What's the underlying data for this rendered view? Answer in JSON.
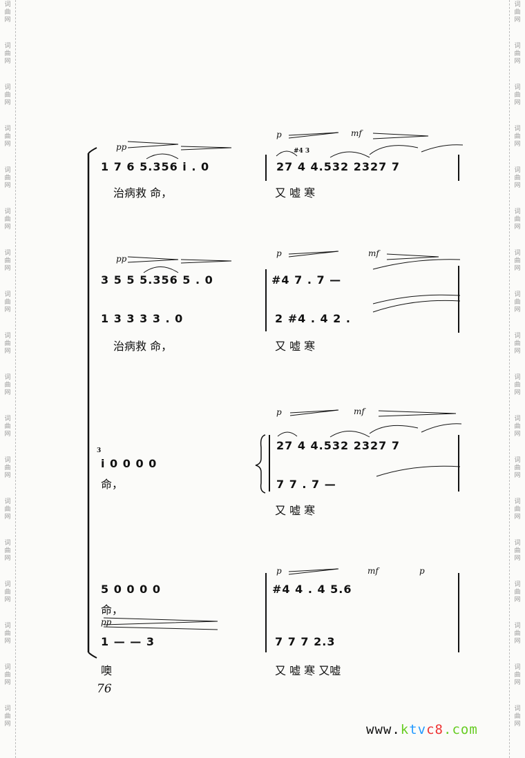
{
  "watermark": {
    "text": "词曲网"
  },
  "page_number": "76",
  "site_url": {
    "prefix": "www.",
    "k": "k",
    "tv": "tv",
    "c8": "c8",
    "suffix": ".com"
  },
  "systems": [
    {
      "dynamics": [
        "pp",
        "p",
        "mf"
      ],
      "grace": "#4 3",
      "notes_left": "1 7 6  5.356 i .    0",
      "notes_right": "27  4  4.532  2327   7",
      "lyrics_left": "治病救    命，",
      "lyrics_right": "又  嘘      寒"
    },
    {
      "dynamics": [
        "pp",
        "p",
        "mf"
      ],
      "notes_upper_left": "3 5 5  5.356 5 .   0",
      "notes_upper_right": "#4    7 .      7    —",
      "notes_lower_left": "1 3 3 3   3 .   0",
      "notes_lower_right": "2   #4 .      4 2 .",
      "lyrics_left": "治病救    命，",
      "lyrics_right": "又  嘘      寒"
    },
    {
      "dynamics": [
        "p",
        "mf"
      ],
      "grace_left": "3",
      "notes_left": "i  0 0    0    0",
      "lyrics_left": "命，",
      "notes_upper_right": "27  4  4.532  2327   7",
      "notes_lower_right": "7    7 .      7    —",
      "lyrics_right": "又  嘘      寒"
    },
    {
      "dynamics": [
        "p",
        "mf",
        "p",
        "pp"
      ],
      "notes_upper_left": "5   0 0    0    0",
      "lyrics_upper_left": "命，",
      "notes_lower_left": "1    —    —    3",
      "lyrics_lower_left": "噢",
      "notes_upper_right": "#4    4 .      4     5.6",
      "notes_lower_right": "7    7        7     2.3",
      "lyrics_right": "又  嘘      寒  又嘘"
    }
  ]
}
